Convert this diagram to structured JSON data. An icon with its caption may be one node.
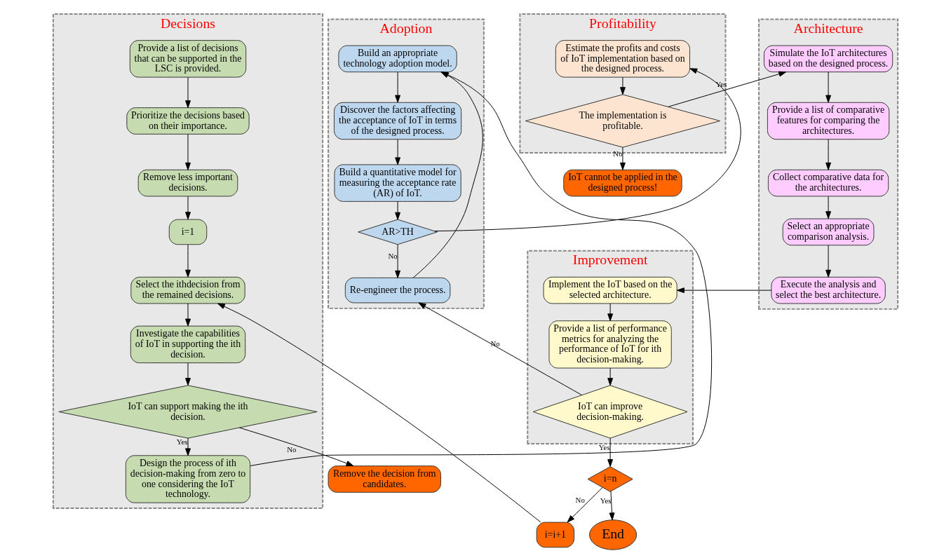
{
  "diagram": {
    "nodes": [
      {
        "text": [
          "Decisions"
        ]
      },
      {
        "text": [
          "Provide a list of decisions that can be supported in the LSC is provided."
        ],
        "in": 0
      },
      {
        "text": [
          "Prioritize the decisions based on their importance."
        ],
        "in": 0
      },
      {
        "text": [
          "Remove less important decisions."
        ],
        "in": 0
      },
      {
        "text": [
          "i=1"
        ],
        "in": 0
      },
      {
        "text": [
          "Select the ithdecision from the remained decisions."
        ],
        "in": 0
      },
      {
        "text": [
          "Investigate the capabilities of IoT in supporting the ith decision."
        ],
        "in": 0
      },
      {
        "text": [
          "IoT can support making the ith decision."
        ],
        "in": 0
      },
      {
        "text": [
          "Design the process of ith decision-making from zero to one considering the IoT technology."
        ],
        "in": 0
      },
      {
        "text": [
          "Remove the decision from candidates."
        ]
      },
      {
        "text": [
          "Adoption"
        ]
      },
      {
        "text": [
          "Build an appropriate technology adoption model."
        ],
        "in": 10
      },
      {
        "text": [
          "Discover the factors affecting the acceptance of IoT in terms of the designed process."
        ],
        "in": 10
      },
      {
        "text": [
          "Build a quantitative model for measuring the acceptance rate (AR) of IoT."
        ],
        "in": 10
      },
      {
        "text": [
          "AR>TH"
        ],
        "in": 10
      },
      {
        "text": [
          "Re-engineer the process."
        ],
        "in": 10
      },
      {
        "text": [
          "Profitability"
        ]
      },
      {
        "text": [
          "Estimate the profits and costs of IoT implementation based on the designed process."
        ],
        "in": 16
      },
      {
        "text": [
          "The implementation is profitable."
        ],
        "in": 16
      },
      {
        "text": [
          "IoT cannot be applied in the designed process!"
        ]
      },
      {
        "text": [
          "Architecture"
        ]
      },
      {
        "text": [
          "Simulate the IoT architectures based on the designed process."
        ],
        "in": 20
      },
      {
        "text": [
          "Provide a list of comparative features for comparing the architectures."
        ],
        "in": 20
      },
      {
        "text": [
          "Collect comparative data for the architectures."
        ],
        "in": 20
      },
      {
        "text": [
          "Select an appropriate comparison analysis."
        ],
        "in": 20
      },
      {
        "text": [
          "Execute the analysis and select the best architecture."
        ],
        "in": 20
      },
      {
        "text": [
          "Improvement"
        ]
      },
      {
        "text": [
          "Implement the IoT based on the selected architecture."
        ],
        "in": 26
      },
      {
        "text": [
          "Provide a list of performance metrics for analyzing the performance of IoT for ith decision-making."
        ],
        "in": 26
      },
      {
        "text": [
          "IoT can improve decision-making."
        ],
        "in": 26
      },
      {
        "text": [
          "i=n"
        ]
      },
      {
        "text": [
          "End"
        ]
      },
      {
        "text": [
          "i=i+1"
        ]
      }
    ],
    "edges": [
      {
        "from": 1,
        "to": 2,
        "arrow": "to"
      },
      {
        "from": 2,
        "to": 3,
        "arrow": "to"
      },
      {
        "from": 3,
        "to": 4,
        "arrow": "to"
      },
      {
        "from": 4,
        "to": 5,
        "arrow": "to"
      },
      {
        "from": 5,
        "to": 6,
        "arrow": "to"
      },
      {
        "from": 6,
        "to": 7,
        "arrow": "to"
      },
      {
        "from": 7,
        "to": 8,
        "arrow": "to",
        "label": "Yes"
      },
      {
        "from": 7,
        "to": 9,
        "arrow": "to",
        "label": "No"
      },
      {
        "from": 8,
        "to": 11,
        "arrow": "to"
      },
      {
        "from": 11,
        "to": 12,
        "arrow": "to"
      },
      {
        "from": 12,
        "to": 13,
        "arrow": "to"
      },
      {
        "from": 13,
        "to": 14,
        "arrow": "to"
      },
      {
        "from": 14,
        "to": 17,
        "arrow": "to"
      },
      {
        "from": 14,
        "to": 15,
        "arrow": "to",
        "label": "No"
      },
      {
        "from": 15,
        "to": 11,
        "arrow": "to"
      },
      {
        "from": 17,
        "to": 18,
        "arrow": "to"
      },
      {
        "from": 18,
        "to": 21,
        "arrow": "to",
        "label": "Yes"
      },
      {
        "from": 18,
        "to": 19,
        "arrow": "to",
        "label": "No"
      },
      {
        "from": 21,
        "to": 22,
        "arrow": "to"
      },
      {
        "from": 22,
        "to": 23,
        "arrow": "to"
      },
      {
        "from": 23,
        "to": 24,
        "arrow": "to"
      },
      {
        "from": 24,
        "to": 25,
        "arrow": "to"
      },
      {
        "from": 25,
        "to": 27,
        "arrow": "to"
      },
      {
        "from": 27,
        "to": 28,
        "arrow": "to"
      },
      {
        "from": 28,
        "to": 29,
        "arrow": "to"
      },
      {
        "from": 29,
        "to": 30,
        "arrow": "to",
        "label": "Yes"
      },
      {
        "from": 29,
        "to": 15,
        "arrow": "to",
        "label": "No"
      },
      {
        "from": 30,
        "to": 31,
        "arrow": "to",
        "label": "Yes"
      },
      {
        "from": 30,
        "to": 32,
        "arrow": "to",
        "label": "No"
      },
      {
        "from": 32,
        "to": 5,
        "arrow": "to"
      }
    ]
  }
}
